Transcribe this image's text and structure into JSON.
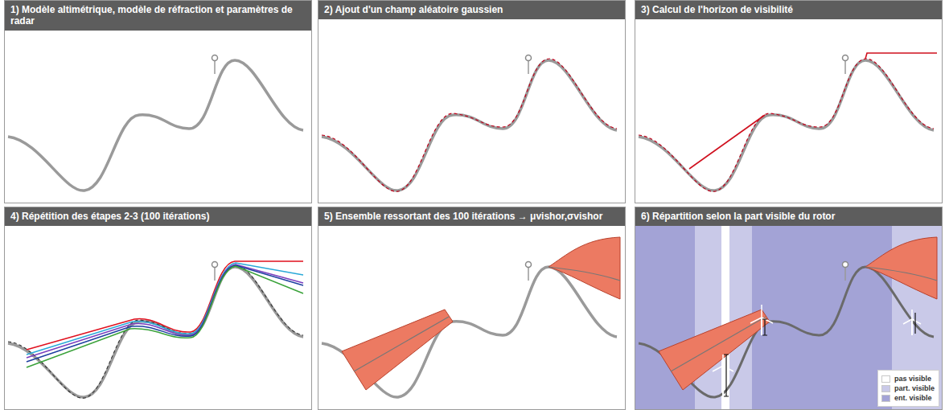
{
  "diagram": {
    "nodes": [
      {
        "text": [
          "1) Modèle altimétrique, modèle de réfraction et paramètres de radar"
        ]
      },
      {
        "text": [
          "2) Ajout d'un champ aléatoire gaussien"
        ]
      },
      {
        "text": [
          "3) Calcul de l'horizon de visibilité"
        ]
      },
      {
        "text": [
          "4) Répétition des étapes 2-3 (100 itérations)"
        ]
      },
      {
        "text": [
          "5) Ensemble ressortant des 100 itérations → μvishor,σvishor"
        ]
      },
      {
        "text": [
          "6) Répartition selon la part visible du rotor"
        ]
      }
    ],
    "legend": [
      {
        "text": "pas visible",
        "color": "#ffffff"
      },
      {
        "text": "part. visible",
        "color": "#c9c9e8"
      },
      {
        "text": "ent. visible",
        "color": "#a3a3d6"
      }
    ]
  }
}
